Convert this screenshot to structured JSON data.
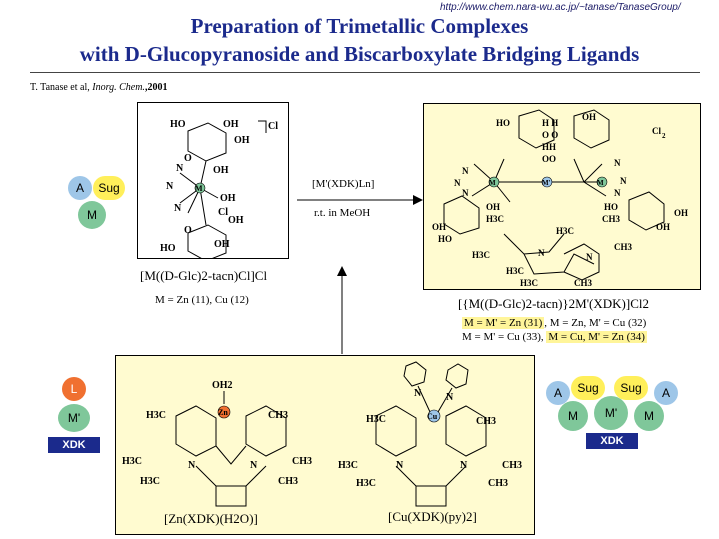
{
  "url": "http://www.chem.nara-wu.ac.jp/~tanase/TanaseGroup/",
  "title_line1": "Preparation of Trimetallic Complexes",
  "title_line2": "with D-Glucopyranoside and Biscarboxylate Bridging Ligands",
  "citation": {
    "authors": "T. Tanase et al, ",
    "journal": "Inorg. Chem.",
    "year": ",2001"
  },
  "mono_complex": {
    "name": "[M((D-Glc)2-tacn)Cl]Cl",
    "metals": "M = Zn (11), Cu (12)"
  },
  "reaction": {
    "reagent": "[M'(XDK)Ln]",
    "conditions": "r.t. in MeOH"
  },
  "tri_complex": {
    "name": "[{M((D-Glc)2-tacn)}2M'(XDK)]Cl2",
    "variants": [
      {
        "text": "M = M' = Zn (31)",
        "highlight": true
      },
      {
        "text": "M = Zn, M' = Cu (32)",
        "highlight": false
      },
      {
        "text": "M = M' = Cu (33)",
        "highlight": false
      },
      {
        "text": "M = Cu, M' = Zn (34)",
        "highlight": true
      }
    ]
  },
  "xdk_complexes": {
    "zn": "[Zn(XDK)(H2O)]",
    "cu": "[Cu(XDK)(py)2]"
  },
  "legend": {
    "left_a": "A",
    "left_sug": "Sug",
    "left_m": "M",
    "mid_l": "L",
    "mid_m": "M'",
    "mid_xdk": "XDK",
    "right_a1": "A",
    "right_sug1": "Sug",
    "right_sug2": "Sug",
    "right_a2": "A",
    "right_m1": "M",
    "right_mp": "M'",
    "right_m2": "M",
    "right_xdk": "XDK"
  },
  "colors": {
    "title": "#1b2a8c",
    "highlight": "#fff59a",
    "cream_box": "#fffbd0",
    "ball_green": "#7fc79a",
    "ball_blue": "#9ec6e8",
    "ball_yellow": "#ffef5a",
    "ball_orange": "#f07030",
    "xdk_box": "#1b2a8c"
  }
}
